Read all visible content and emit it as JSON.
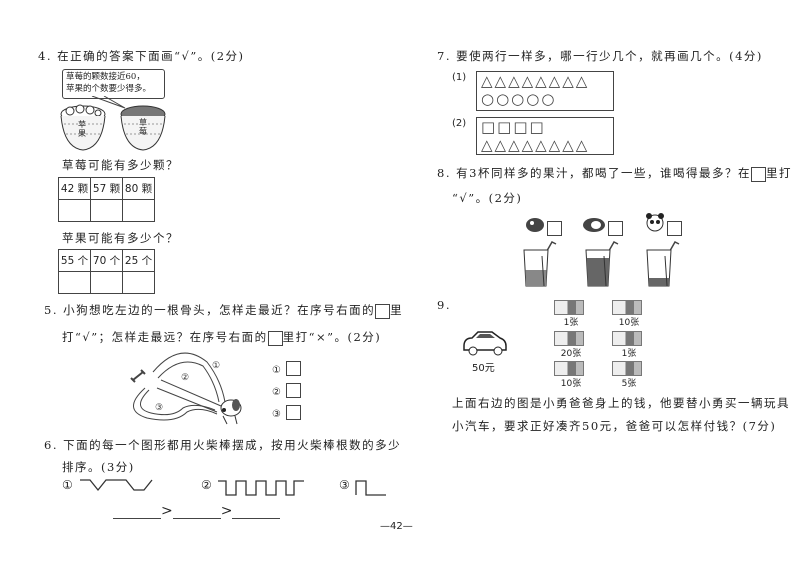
{
  "page_number": "—42—",
  "q4": {
    "title": "4. 在正确的答案下面画“√”。(2分)",
    "speech_line1": "草莓的颗数接近60，",
    "speech_line2": "苹果的个数要少得多。",
    "basket1_label": "苹果",
    "basket2_label": "草莓",
    "sub1": "草莓可能有多少颗？",
    "sub1_options": [
      "42 颗",
      "57 颗",
      "80 颗"
    ],
    "sub2": "苹果可能有多少个？",
    "sub2_options": [
      "55 个",
      "70 个",
      "25 个"
    ]
  },
  "q5": {
    "line1": "5. 小狗想吃左边的一根骨头，怎样走最近？在序号右面的",
    "line1_end": "里",
    "line2_start": "打“√”；怎样走最远？在序号右面的",
    "line2_end": "里打“×”。(2分)",
    "paths": [
      "①",
      "②",
      "③"
    ]
  },
  "q6": {
    "line1": "6. 下面的每一个图形都用火柴棒摆成，按用火柴棒根数的多少",
    "line2": "排序。(3分)",
    "figures": [
      "①",
      "②",
      "③"
    ],
    "gt": ">"
  },
  "q7": {
    "title": "7. 要使两行一样多，哪一行少几个，就再画几个。(4分)",
    "part1_label": "(1)",
    "part1_row1": "△△△△△△△△",
    "part1_row2": "○○○○○",
    "part2_label": "(2)",
    "part2_row1": "□□□□",
    "part2_row2": "△△△△△△△△"
  },
  "q8": {
    "line1": "8. 有3杯同样多的果汁，都喝了一些，谁喝得最多？在",
    "line1_end": "里打",
    "line2": "“√”。(2分)",
    "animals": [
      "dog",
      "monkey",
      "panda"
    ]
  },
  "q9": {
    "number": "9.",
    "car_price": "50元",
    "bills": [
      {
        "count": "1张"
      },
      {
        "count": "10张"
      },
      {
        "count": "20张"
      },
      {
        "count": "1张"
      },
      {
        "count": "10张"
      },
      {
        "count": "5张"
      }
    ],
    "line1": "上面右边的图是小勇爸爸身上的钱，他要替小勇买一辆玩具",
    "line2": "小汽车，要求正好凑齐50元，爸爸可以怎样付钱？(7分)"
  }
}
